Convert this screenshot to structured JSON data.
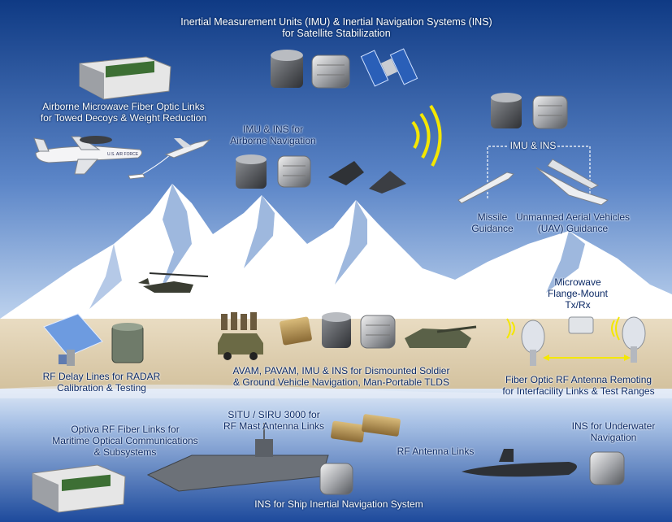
{
  "title": {
    "line1": "Inertial Measurement Units (IMU) & Inertial Navigation Systems (INS)",
    "line2": "for Satellite Stabilization"
  },
  "airborne_links": {
    "line1": "Airborne Microwave Fiber Optic Links",
    "line2": "for Towed Decoys & Weight Reduction"
  },
  "airborne_nav": {
    "line1": "IMU & INS for",
    "line2": "Airborne Navigation"
  },
  "imu_ins": "IMU & INS",
  "missile": {
    "line1": "Missile",
    "line2": "Guidance"
  },
  "uav": {
    "line1": "Unmanned Aerial Vehicles",
    "line2": "(UAV) Guidance"
  },
  "microwave": {
    "line1": "Microwave",
    "line2": "Flange-Mount",
    "line3": "Tx/Rx"
  },
  "rf_delay": {
    "line1": "RF Delay Lines for RADAR",
    "line2": "Calibration & Testing"
  },
  "avam": {
    "line1": "AVAM, PAVAM, IMU & INS for Dismounted Soldier",
    "line2": "& Ground Vehicle Navigation, Man-Portable TLDS"
  },
  "fiber_antenna": {
    "line1": "Fiber Optic RF Antenna Remoting",
    "line2": "for Interfacility Links & Test Ranges"
  },
  "situ": {
    "line1": "SITU / SIRU 3000 for",
    "line2": "RF Mast Antenna Links"
  },
  "optiva": {
    "line1": "Optiva RF Fiber Links for",
    "line2": "Maritime Optical Communications",
    "line3": "& Subsystems"
  },
  "rf_antenna_links": "RF Antenna Links",
  "underwater": {
    "line1": "INS for Underwater",
    "line2": "Navigation"
  },
  "ship": "INS for Ship Inertial Navigation System",
  "aircraft_marking": "U.S. AIR FORCE",
  "colors": {
    "sky_top": "#1f4f9a",
    "sky_bottom": "#bcd3ee",
    "ground": "#e6d7bb",
    "sea": "#1c4fa0",
    "label_dark": "#0c2a66"
  }
}
